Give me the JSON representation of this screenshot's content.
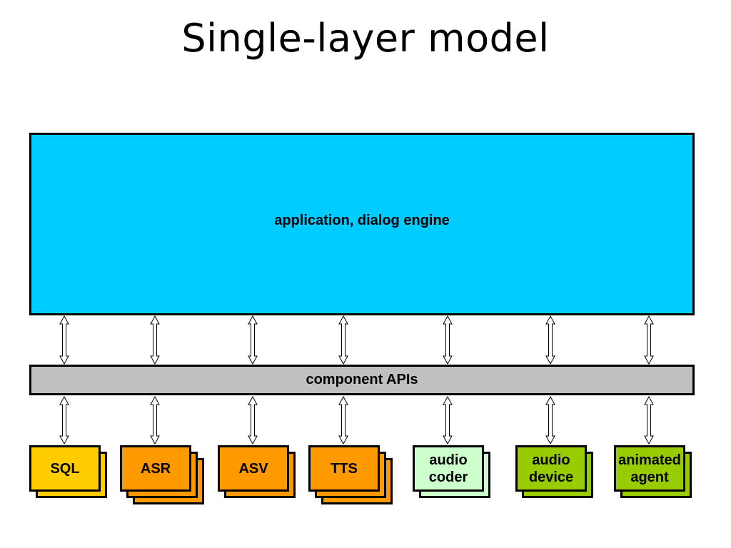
{
  "title": "Single-layer model",
  "app_box": {
    "label": "application, dialog engine",
    "color": "#00ccff"
  },
  "api_bar": {
    "label": "component APIs",
    "color": "#c0c0c0"
  },
  "components": [
    {
      "label": "SQL",
      "color": "#ffcc00",
      "stack": 2
    },
    {
      "label": "ASR",
      "color": "#ff9900",
      "stack": 3
    },
    {
      "label": "ASV",
      "color": "#ff9900",
      "stack": 2
    },
    {
      "label": "TTS",
      "color": "#ff9900",
      "stack": 3
    },
    {
      "label": "audio\ncoder",
      "color": "#ccffcc",
      "stack": 2
    },
    {
      "label": "audio\ndevice",
      "color": "#99cc00",
      "stack": 2
    },
    {
      "label": "animated\nagent",
      "color": "#99cc00",
      "stack": 2
    }
  ]
}
